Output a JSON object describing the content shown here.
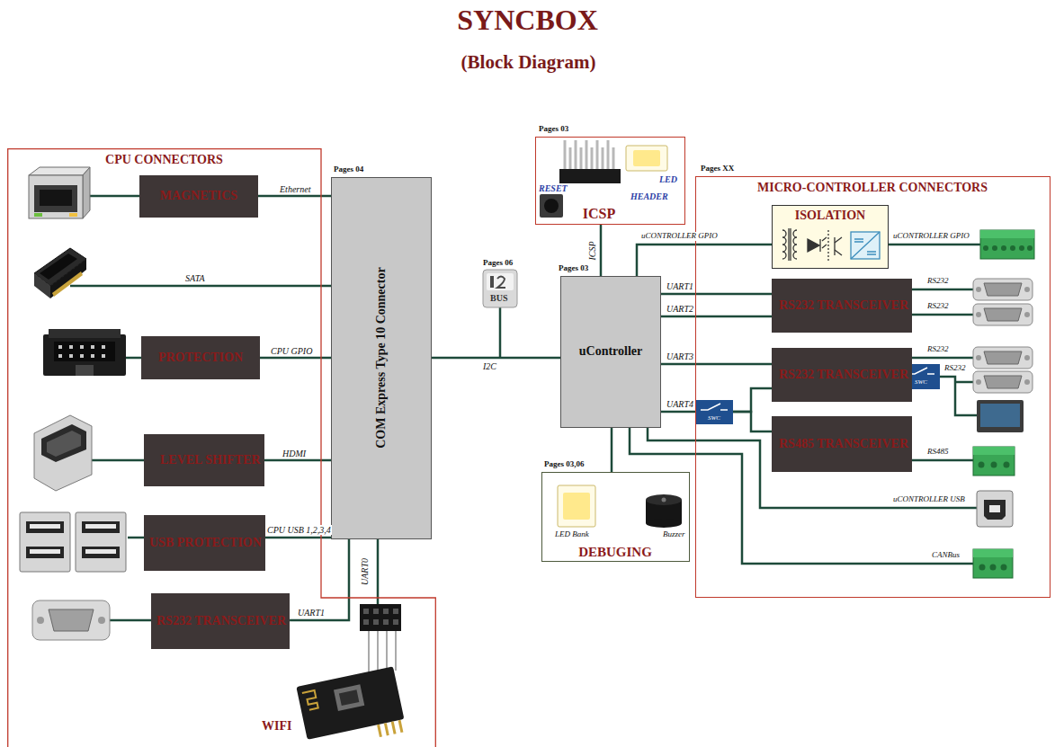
{
  "diagram": {
    "title": "SYNCBOX",
    "nodes": [
      {
        "text": [
          "CPU CONNECTORS"
        ]
      },
      {
        "text": [
          "MAGNETICS"
        ],
        "in": 0
      },
      {
        "text": [
          "PROTECTION"
        ],
        "in": 0
      },
      {
        "text": [
          "LEVEL SHIFTER"
        ],
        "in": 0
      },
      {
        "text": [
          "USB PROTECTION"
        ],
        "in": 0
      },
      {
        "text": [
          "RS232 TRANSCEIVER"
        ],
        "in": 0
      },
      {
        "text": [
          "COM Express Type 10 Connector"
        ]
      },
      {
        "text": [
          "ICSP"
        ]
      },
      {
        "text": [
          "uController"
        ]
      },
      {
        "text": [
          "DEBUGING"
        ]
      },
      {
        "text": [
          "MICRO-CONTROLLER CONNECTORS"
        ]
      },
      {
        "text": [
          "ISOLATION"
        ],
        "in": 10
      },
      {
        "text": [
          "RS232 TRANSCEIVER"
        ],
        "in": 10
      },
      {
        "text": [
          "RS232 TRANSCEIVER"
        ],
        "in": 10
      },
      {
        "text": [
          "SWC"
        ],
        "in": 10
      },
      {
        "text": [
          "SWC"
        ],
        "in": 10
      },
      {
        "text": [
          "RS485 TRANSCEIVER"
        ],
        "in": 10
      }
    ],
    "edges": [
      {
        "from": 1,
        "to": 6,
        "arrow": "none",
        "label": "Ethernet"
      },
      {
        "from": 2,
        "to": 6,
        "arrow": "none",
        "label": "CPU GPIO"
      },
      {
        "from": 3,
        "to": 6,
        "arrow": "none",
        "label": "HDMI"
      },
      {
        "from": 4,
        "to": 6,
        "arrow": "none",
        "label": "CPU USB 1,2,3,4"
      },
      {
        "from": 5,
        "to": 6,
        "arrow": "none",
        "label": "UART1"
      },
      {
        "from": 6,
        "to": 8,
        "arrow": "none",
        "label": "I2C"
      },
      {
        "from": 7,
        "to": 8,
        "arrow": "none",
        "label": "ICSP"
      },
      {
        "from": 8,
        "to": 9,
        "arrow": "none"
      },
      {
        "from": 8,
        "to": 11,
        "arrow": "none",
        "label": "uCONTROLLER GPIO"
      },
      {
        "from": 8,
        "to": 12,
        "arrow": "none",
        "label": "UART1"
      },
      {
        "from": 8,
        "to": 12,
        "arrow": "none",
        "label": "UART2"
      },
      {
        "from": 8,
        "to": 13,
        "arrow": "none",
        "label": "UART3"
      },
      {
        "from": 8,
        "to": 14,
        "arrow": "none",
        "label": "UART4"
      },
      {
        "from": 14,
        "to": 13,
        "arrow": "none"
      },
      {
        "from": 14,
        "to": 16,
        "arrow": "none"
      },
      {
        "from": 13,
        "to": 15,
        "arrow": "none"
      }
    ],
    "labels": [
      "(Block Diagram)",
      "Pages 03",
      "RESET",
      "LED",
      "HEADER",
      "Pages 04",
      "SATA",
      "UART0",
      "WIFI",
      "Pages 06",
      "BUS",
      "Pages 03",
      "Pages XX",
      "uCONTROLLER GPIO",
      "RS232",
      "RS232",
      "RS232",
      "RS232",
      "RS485",
      "uCONTROLLER USB",
      "CANBus",
      "Pages 03,06",
      "LED Bank",
      "Buzzer"
    ]
  }
}
